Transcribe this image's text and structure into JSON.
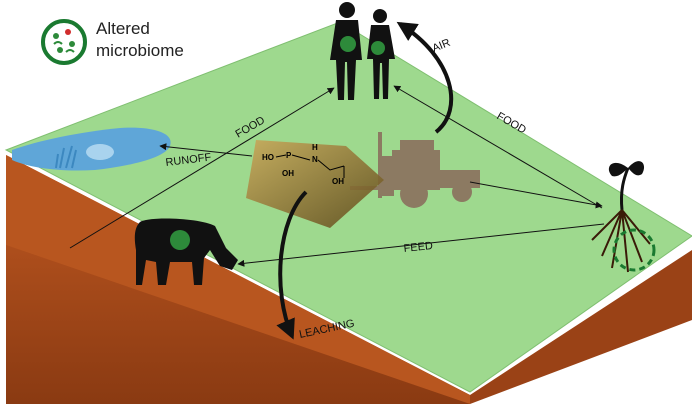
{
  "legend": {
    "line1": "Altered",
    "line2": "microbiome"
  },
  "labels": {
    "air": "AIR",
    "food_left": "FOOD",
    "food_right": "FOOD",
    "runoff": "RUNOFF",
    "feed": "FEED",
    "leaching": "LEACHING"
  },
  "molecule": {
    "ho_left": "HO",
    "p": "P",
    "oh_bottom": "OH",
    "h": "H",
    "n": "N",
    "oh_right": "OH"
  },
  "colors": {
    "field": "#9ed98e",
    "soil_front": "#b0511f",
    "soil_side": "#8a3a12",
    "water": "#5fa6d8",
    "silhouette": "#111111",
    "tractor": "#8c7a62",
    "microbiome_ring": "#1a7a30"
  },
  "icons": [
    "microbiome-icon",
    "people-silhouette-icon",
    "cow-silhouette-icon",
    "plant-with-roots-icon",
    "tractor-sprayer-icon",
    "water-pond-icon"
  ]
}
